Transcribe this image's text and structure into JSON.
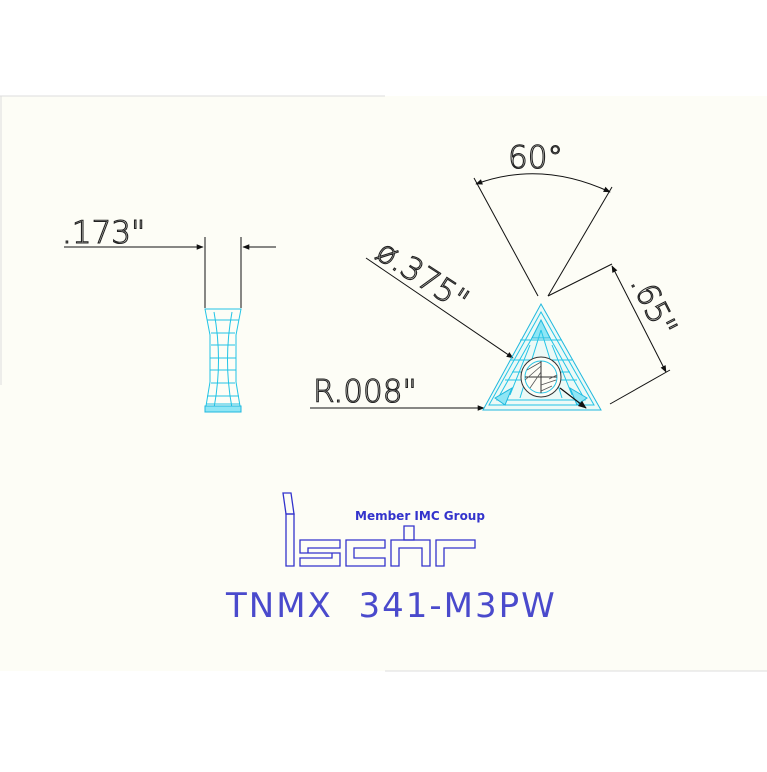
{
  "drawing": {
    "colors": {
      "background": "#ffffff",
      "sheet": "#fdfdf6",
      "dimension_line": "#111111",
      "insert_outline": "#22c4e6",
      "brand_blue": "#3333cc"
    },
    "dimensions": {
      "thickness": ".173\"",
      "inscribed_circle": "ø.375\"",
      "edge_length": ".65\"",
      "corner_radius": "R.008\"",
      "included_angle": "60°"
    },
    "logo": {
      "tagline": "Member IMC Group",
      "mark_icon": "iscar-logo-icon"
    },
    "part_code": "TNMX  341-M3PW"
  }
}
